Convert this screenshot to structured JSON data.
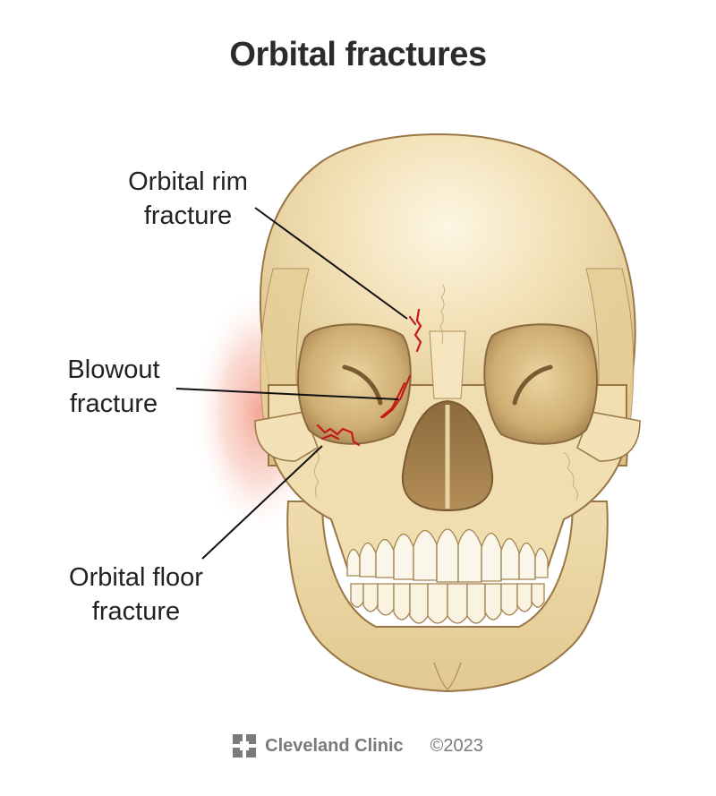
{
  "figure": {
    "title": "Orbital fractures",
    "labels": [
      {
        "id": "orbital-rim",
        "line1": "Orbital rim",
        "line2": "fracture"
      },
      {
        "id": "blowout",
        "line1": "Blowout",
        "line2": "fracture"
      },
      {
        "id": "orbital-floor",
        "line1": "Orbital floor",
        "line2": "fracture"
      }
    ],
    "subject": "Front view of human skull with red fracture lines around the right orbit (viewer's left) and red inflammation glow beside the cheekbone",
    "colors": {
      "bone": "#f3e2b8",
      "bone_shadow": "#d9bf86",
      "outline": "#9a7645",
      "cavity": "#a88452",
      "fracture": "#c41a1a",
      "glow": "#f4a08a",
      "leader_line": "#111111",
      "text": "#222222",
      "footer_text": "#7a7a7a"
    }
  },
  "footer": {
    "logo_icon": "cleveland-clinic-logo",
    "brand": "Cleveland Clinic",
    "copyright": "©2023"
  }
}
